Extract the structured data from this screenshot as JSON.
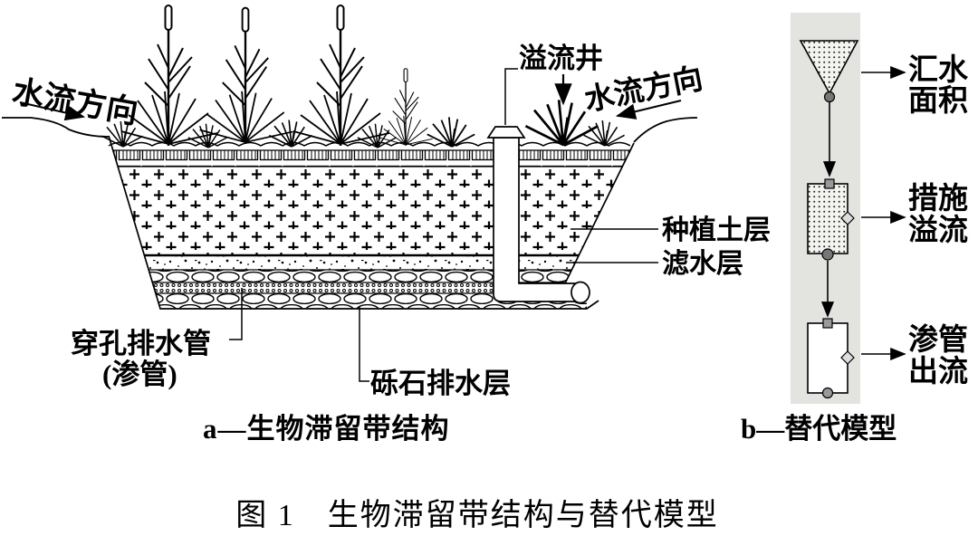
{
  "figure": {
    "caption": "图 1　生物滞留带结构与替代模型",
    "panel_a": {
      "caption": "a—生物滞留带结构",
      "flow_left": "水流方向",
      "flow_right": "水流方向",
      "labels": {
        "overflow_well": "溢流井",
        "planting_soil_layer": "种植土层",
        "filter_layer": "滤水层",
        "perforated_pipe_line1": "穿孔排水管",
        "perforated_pipe_line2": "(渗管)",
        "gravel_layer": "砾石排水层"
      }
    },
    "panel_b": {
      "caption": "b—替代模型",
      "labels": {
        "catchment_area": [
          "汇水",
          "面积"
        ],
        "facility_overflow": [
          "措施",
          "溢流"
        ],
        "pipe_outflow": [
          "渗管",
          "出流"
        ]
      }
    },
    "colors": {
      "ink": "#000000",
      "background": "#ffffff",
      "model_band": "#e3e3e0"
    }
  }
}
